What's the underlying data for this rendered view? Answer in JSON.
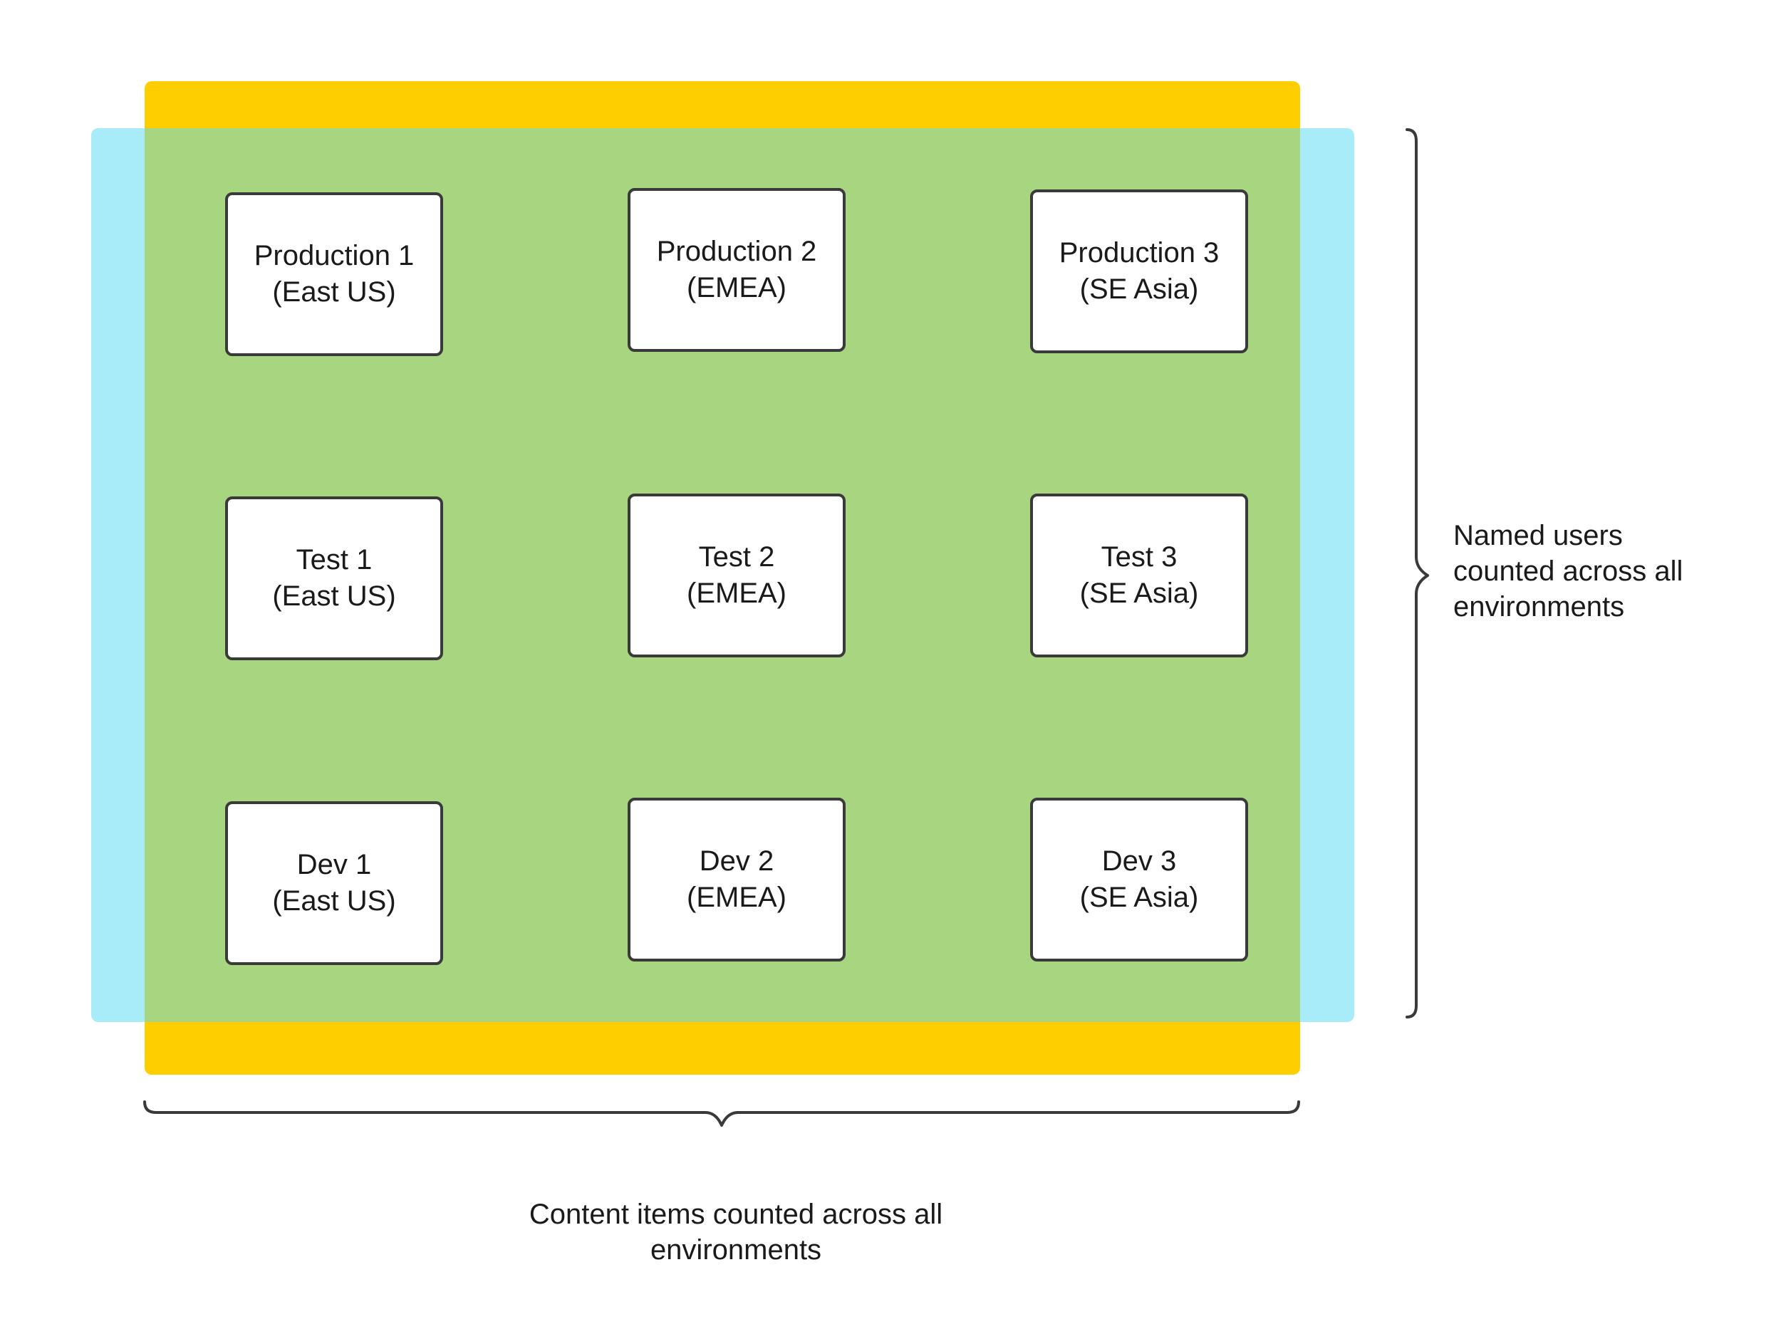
{
  "colors": {
    "content_scope": "#fece00",
    "user_scope": "#a8ecf9",
    "overlap": "#a8d580",
    "box_border": "#3a3a3a",
    "bracket": "#3a3a3a"
  },
  "environments": [
    {
      "line1": "Production 1",
      "line2": "(East US)"
    },
    {
      "line1": "Production 2",
      "line2": "(EMEA)"
    },
    {
      "line1": "Production 3",
      "line2": "(SE Asia)"
    },
    {
      "line1": "Test 1",
      "line2": "(East US)"
    },
    {
      "line1": "Test 2",
      "line2": "(EMEA)"
    },
    {
      "line1": "Test 3",
      "line2": "(SE Asia)"
    },
    {
      "line1": "Dev 1",
      "line2": "(East US)"
    },
    {
      "line1": "Dev 2",
      "line2": "(EMEA)"
    },
    {
      "line1": "Dev 3",
      "line2": "(SE Asia)"
    }
  ],
  "annotations": {
    "named_users": {
      "line1": "Named users",
      "line2": "counted across all",
      "line3": "environments"
    },
    "content_items": {
      "line1": "Content items counted across all",
      "line2": "environments"
    }
  }
}
